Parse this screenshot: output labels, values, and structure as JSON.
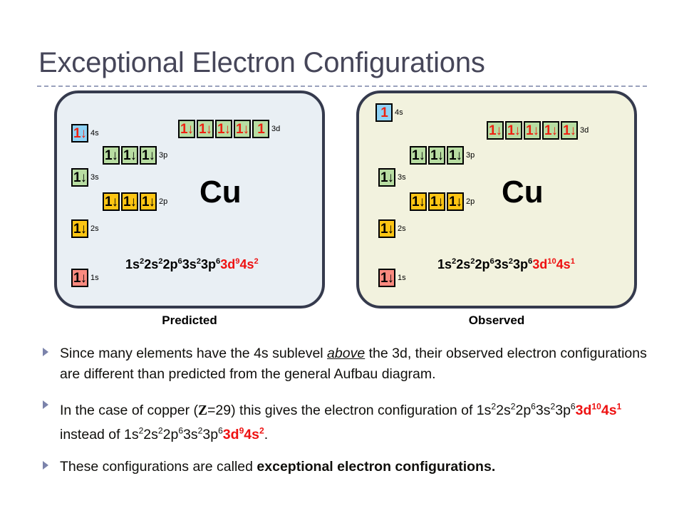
{
  "slide": {
    "title": "Exceptional Electron Configurations"
  },
  "colors": {
    "title_text": "#464659",
    "rule": "#9aa2bd",
    "panel_border": "#353a4d",
    "panel_predicted_bg": "#e9eff4",
    "panel_observed_bg": "#f2f2de",
    "box_blue": "#8ed2f6",
    "box_green": "#b8dda2",
    "box_yellow": "#fdc513",
    "box_pink": "#fa8a7f",
    "arrow_red": "#ee2211",
    "arrow_black": "#000000",
    "highlight_red": "#ee1111",
    "bullet_marker": "#7b83ab"
  },
  "panels": [
    {
      "key": "predicted",
      "caption": "Predicted",
      "element_symbol": "Cu",
      "config": {
        "base": "1s²2s²2p⁶3s²3p⁶",
        "highlight": "3d⁹4s²",
        "base_parts": [
          {
            "n": "1",
            "sub": "s",
            "sup": "2"
          },
          {
            "n": "2",
            "sub": "s",
            "sup": "2"
          },
          {
            "n": "2",
            "sub": "p",
            "sup": "6"
          },
          {
            "n": "3",
            "sub": "s",
            "sup": "2"
          },
          {
            "n": "3",
            "sub": "p",
            "sup": "6"
          }
        ],
        "highlight_parts": [
          {
            "n": "3",
            "sub": "d",
            "sup": "9"
          },
          {
            "n": "4",
            "sub": "s",
            "sup": "2"
          }
        ]
      },
      "orbitals": [
        {
          "label": "4s",
          "fill": "blue",
          "ink": "red",
          "boxes": [
            "pair"
          ]
        },
        {
          "label": "3d",
          "fill": "green",
          "ink": "red",
          "boxes": [
            "pair",
            "pair",
            "pair",
            "pair",
            "single"
          ]
        },
        {
          "label": "3p",
          "fill": "green",
          "ink": "black",
          "boxes": [
            "pair",
            "pair",
            "pair"
          ]
        },
        {
          "label": "3s",
          "fill": "green",
          "ink": "black",
          "boxes": [
            "pair"
          ]
        },
        {
          "label": "2p",
          "fill": "yellow",
          "ink": "black",
          "boxes": [
            "pair",
            "pair",
            "pair"
          ]
        },
        {
          "label": "2s",
          "fill": "yellow",
          "ink": "black",
          "boxes": [
            "pair"
          ]
        },
        {
          "label": "1s",
          "fill": "pink",
          "ink": "black",
          "boxes": [
            "pair"
          ]
        }
      ]
    },
    {
      "key": "observed",
      "caption": "Observed",
      "element_symbol": "Cu",
      "config": {
        "base": "1s²2s²2p⁶3s²3p⁶",
        "highlight": "3d¹⁰4s¹",
        "base_parts": [
          {
            "n": "1",
            "sub": "s",
            "sup": "2"
          },
          {
            "n": "2",
            "sub": "s",
            "sup": "2"
          },
          {
            "n": "2",
            "sub": "p",
            "sup": "6"
          },
          {
            "n": "3",
            "sub": "s",
            "sup": "2"
          },
          {
            "n": "3",
            "sub": "p",
            "sup": "6"
          }
        ],
        "highlight_parts": [
          {
            "n": "3",
            "sub": "d",
            "sup": "10"
          },
          {
            "n": "4",
            "sub": "s",
            "sup": "1"
          }
        ]
      },
      "orbitals": [
        {
          "label": "4s",
          "fill": "blue",
          "ink": "red",
          "boxes": [
            "single"
          ]
        },
        {
          "label": "3d",
          "fill": "green",
          "ink": "red",
          "boxes": [
            "pair",
            "pair",
            "pair",
            "pair",
            "pair"
          ]
        },
        {
          "label": "3p",
          "fill": "green",
          "ink": "black",
          "boxes": [
            "pair",
            "pair",
            "pair"
          ]
        },
        {
          "label": "3s",
          "fill": "green",
          "ink": "black",
          "boxes": [
            "pair"
          ]
        },
        {
          "label": "2p",
          "fill": "yellow",
          "ink": "black",
          "boxes": [
            "pair",
            "pair",
            "pair"
          ]
        },
        {
          "label": "2s",
          "fill": "yellow",
          "ink": "black",
          "boxes": [
            "pair"
          ]
        },
        {
          "label": "1s",
          "fill": "pink",
          "ink": "black",
          "boxes": [
            "pair"
          ]
        }
      ]
    }
  ],
  "bullets": [
    {
      "id": "bullet-1",
      "text": "Since many elements have the 4s sublevel above the 3d, their observed electron configurations are different than predicted from the general Aufbau diagram."
    },
    {
      "id": "bullet-2",
      "text": "In the case of copper (Z=29) this gives the electron configuration of 1s²2s²2p⁶3s²3p⁶3d¹⁰4s¹ instead of 1s²2s²2p⁶3s²3p⁶3d⁹4s²."
    },
    {
      "id": "bullet-3",
      "text": "These configurations are called exceptional electron configurations."
    }
  ],
  "glyphs": {
    "electron_pair": "1↓",
    "electron_single": "1",
    "bullet_marker": "triangle-right-icon"
  }
}
